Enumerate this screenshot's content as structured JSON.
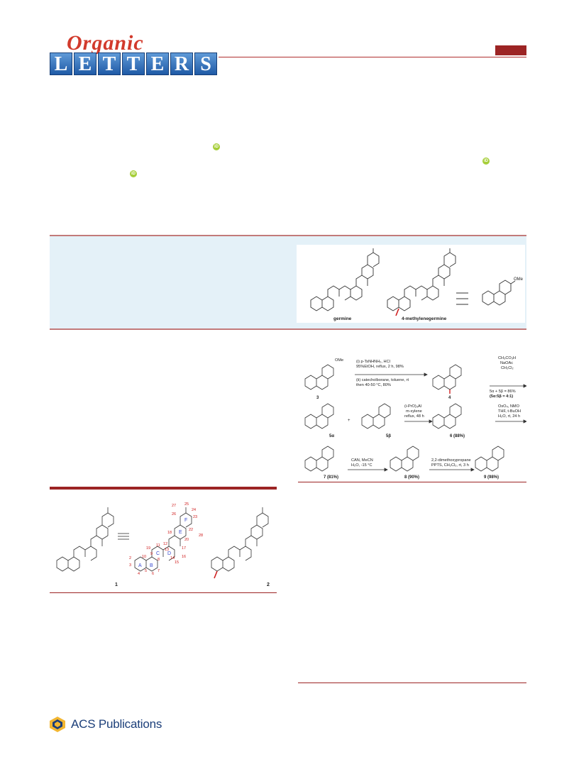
{
  "journal": {
    "logo_top": "Organic",
    "logo_letters": [
      "L",
      "E",
      "T",
      "T",
      "E",
      "R",
      "S"
    ]
  },
  "toc_graphic": {
    "label_germine": "germine",
    "label_methylene": "4-methylenegermine",
    "label_ome": "OMe"
  },
  "figure1": {
    "compound1": "1",
    "compound2": "2",
    "ring_labels": [
      "A",
      "B",
      "C",
      "D",
      "E",
      "F"
    ],
    "numbers": [
      "2",
      "3",
      "4",
      "5",
      "6",
      "7",
      "8",
      "9",
      "10",
      "11",
      "12",
      "13",
      "14",
      "15",
      "16",
      "17",
      "18",
      "19",
      "20",
      "22",
      "23",
      "24",
      "25",
      "26",
      "27",
      "28"
    ]
  },
  "scheme": {
    "step1_line1": "(i) p-TsNHNH₂, HCl",
    "step1_line2": "95%EtOH, reflux, 2 h, 98%",
    "step1_line3": "(ii) catecholborane, toluene, rt",
    "step1_line4": "then 40-50 °C, 80%",
    "step2_line1": "CH₃CO₃H",
    "step2_line2": "NaOAc",
    "step2_line3": "CH₂Cl₂",
    "step2_yield": "5α + 5β = 86%",
    "step2_ratio": "(5α:5β = 4:1)",
    "step3_line1": "(i-PrO)₃Al",
    "step3_line2": "m-xylene",
    "step3_line3": "reflux, 48 h",
    "step4_line1": "OsO₄, NMO",
    "step4_line2": "THF, t-BuOH",
    "step4_line3": "H₂O, rt, 24 h",
    "step5_line1": "CAN, MeCN",
    "step5_line2": "H₂O, -15 °C",
    "step6_line1": "2,2-dimethoxypropane",
    "step6_line2": "PPTS, CH₂Cl₂, rt, 3 h",
    "cmpd3": "3",
    "cmpd4": "4",
    "cmpd5a": "5α",
    "cmpd5b": "5β",
    "cmpd6": "6 (88%)",
    "cmpd7": "7 (81%)",
    "cmpd8": "8 (90%)",
    "cmpd9": "9 (98%)",
    "plus": "+",
    "ome": "OMe"
  },
  "footer": {
    "publisher": "ACS Publications"
  },
  "colors": {
    "brand_red": "#9c2424",
    "abstract_bg": "#e4f1f8",
    "orcid_green": "#a6ce39",
    "acs_blue": "#1c3f7a"
  }
}
